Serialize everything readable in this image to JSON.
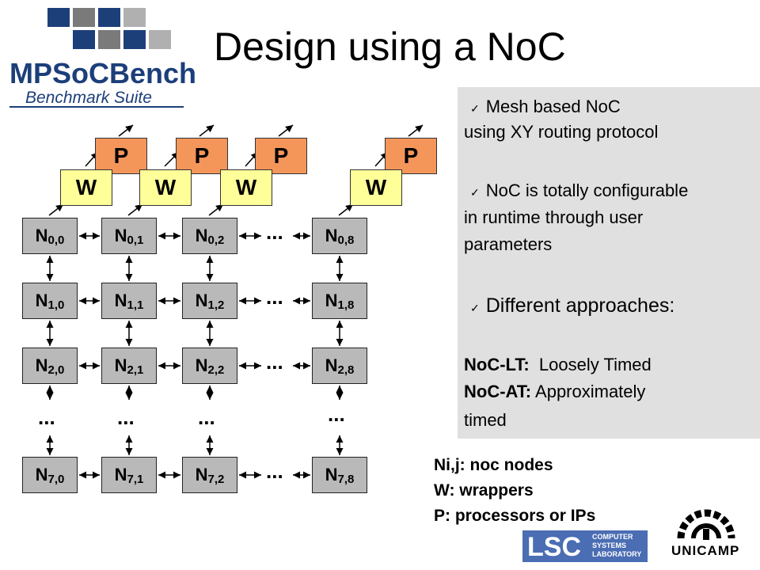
{
  "slide": {
    "title": "Design using a NoC"
  },
  "logo": {
    "name": "MPSoCBench",
    "subtitle": "Benchmark Suite",
    "square_colors": [
      "#1c3f7a",
      "#7a7a7a",
      "#1c3f7a",
      "#b0b0b0"
    ]
  },
  "diagram": {
    "processor_label": "P",
    "wrapper_label": "W",
    "ellipsis": "...",
    "rows": [
      {
        "nodes": [
          {
            "base": "N",
            "sub": "0,0"
          },
          {
            "base": "N",
            "sub": "0,1"
          },
          {
            "base": "N",
            "sub": "0,2"
          },
          {
            "base": "N",
            "sub": "0,8"
          }
        ]
      },
      {
        "nodes": [
          {
            "base": "N",
            "sub": "1,0"
          },
          {
            "base": "N",
            "sub": "1,1"
          },
          {
            "base": "N",
            "sub": "1,2"
          },
          {
            "base": "N",
            "sub": "1,8"
          }
        ]
      },
      {
        "nodes": [
          {
            "base": "N",
            "sub": "2,0"
          },
          {
            "base": "N",
            "sub": "2,1"
          },
          {
            "base": "N",
            "sub": "2,2"
          },
          {
            "base": "N",
            "sub": "2,8"
          }
        ]
      },
      {
        "nodes": [
          {
            "base": "N",
            "sub": "7,0"
          },
          {
            "base": "N",
            "sub": "7,1"
          },
          {
            "base": "N",
            "sub": "7,2"
          },
          {
            "base": "N",
            "sub": "7,8"
          }
        ]
      }
    ]
  },
  "panel": {
    "line1": "Mesh based NoC",
    "line2": "using XY routing protocol",
    "line3": "NoC is totally configurable",
    "line4": "in runtime through user",
    "line5": "parameters",
    "line6": "Different approaches:",
    "lt_label": "NoC-LT:",
    "lt_text": "Loosely Timed",
    "at_label": "NoC-AT:",
    "at_text": "Approximately",
    "at_text2": "timed",
    "check_glyph": "✓"
  },
  "legend": {
    "line1": "Ni,j: noc nodes",
    "line2": "W: wrappers",
    "line3": "P: processors or IPs"
  },
  "lsc_logo": {
    "name": "LSC",
    "line1": "COMPUTER",
    "line2": "SYSTEMS",
    "line3": "LABORATORY"
  },
  "unicamp_logo": {
    "name": "UNICAMP"
  }
}
